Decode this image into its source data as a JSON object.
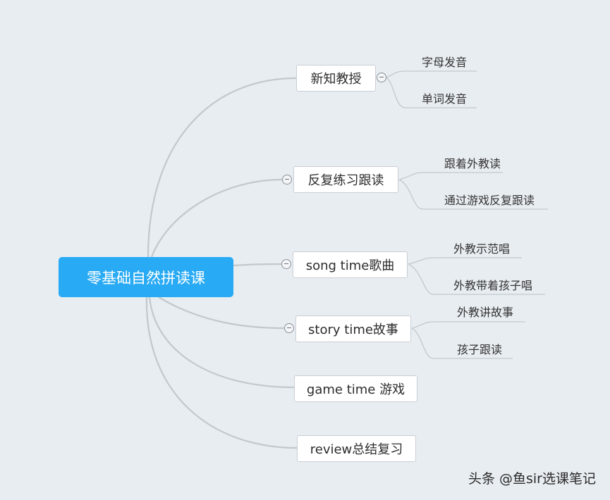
{
  "root": {
    "label": "零基础自然拼读课"
  },
  "branches": [
    {
      "label": "新知教授",
      "children": [
        "字母发音",
        "单词发音"
      ]
    },
    {
      "label": "反复练习跟读",
      "children": [
        "跟着外教读",
        "通过游戏反复跟读"
      ]
    },
    {
      "label": "song time歌曲",
      "children": [
        "外教示范唱",
        "外教带着孩子唱"
      ]
    },
    {
      "label": "story time故事",
      "children": [
        "外教讲故事",
        "孩子跟读"
      ]
    },
    {
      "label": "game time 游戏",
      "children": []
    },
    {
      "label": "review总结复习",
      "children": []
    }
  ],
  "watermark": "头条 @鱼sir选课笔记",
  "colors": {
    "background": "#e8edf2",
    "root": "#29aaf4",
    "connector": "#c3c8cd",
    "node_border": "#c9ced4"
  }
}
